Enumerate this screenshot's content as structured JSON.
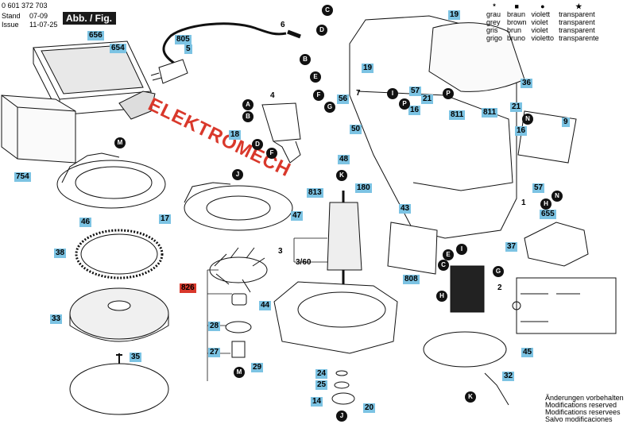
{
  "header": {
    "part_number": "0 601 372 703",
    "stand_label": "Stand",
    "issue_label": "Issue",
    "date_stand": "07-09",
    "date_issue": "11-07-25",
    "figure_label": "Abb. / Fig."
  },
  "legend": {
    "rows": [
      {
        "sym": "*",
        "de": "grau",
        "en": "grey",
        "fr": "gris",
        "it": "grigo"
      },
      {
        "sym": "■",
        "de": "braun",
        "en": "brown",
        "fr": "brun",
        "it": "bruno"
      },
      {
        "sym": "●",
        "de": "violett",
        "en": "violet",
        "fr": "violet",
        "it": "violetto"
      },
      {
        "sym": "★",
        "de": "transparent",
        "en": "transparent",
        "fr": "transparent",
        "it": "transparente"
      }
    ]
  },
  "watermark": "ELEKTROMECH",
  "parts": {
    "p656": "656",
    "p654": "654",
    "p754": "754",
    "p805": "805",
    "p5": "5",
    "p6": "6",
    "p4": "4",
    "p18": "18",
    "p46": "46",
    "p17": "17",
    "p38": "38",
    "p33": "33",
    "p35": "35",
    "p47": "47",
    "p826": "826",
    "p28": "28",
    "p27": "27",
    "p29": "29",
    "p3": "3",
    "p360": "3/60",
    "p44": "44",
    "p813": "813",
    "p43": "43",
    "p808": "808",
    "p24": "24",
    "p25": "25",
    "p14": "14",
    "p20": "20",
    "p19a": "19",
    "p19b": "19",
    "p7": "7",
    "p56": "56",
    "p57a": "57",
    "p21a": "21",
    "p16a": "16",
    "p811a": "811",
    "p811b": "811",
    "p21b": "21",
    "p16b": "16",
    "p9": "9",
    "p36": "36",
    "p50": "50",
    "p48": "48",
    "p180": "180",
    "p57b": "57",
    "p1": "1",
    "p655": "655",
    "p37": "37",
    "p2": "2",
    "p45": "45",
    "p32": "32"
  },
  "letters": {
    "C": "C",
    "D": "D",
    "B": "B",
    "E": "E",
    "F": "F",
    "G": "G",
    "A": "A",
    "H": "H",
    "I": "I",
    "J": "J",
    "K": "K",
    "M": "M",
    "N": "N",
    "P": "P"
  },
  "footer": {
    "de": "Änderungen vorbehalten",
    "en": "Modifications reserved",
    "fr": "Modifications reservees",
    "es": "Salvo modificaciones"
  }
}
